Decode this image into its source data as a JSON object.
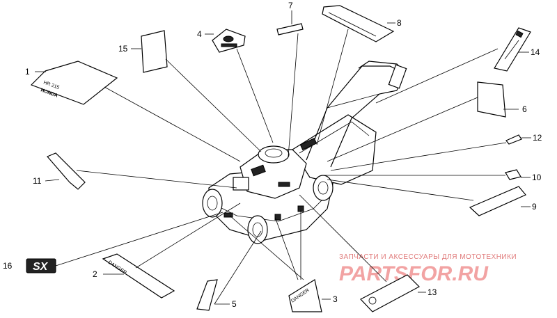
{
  "diagram": {
    "callouts": [
      {
        "id": "1",
        "label": "1"
      },
      {
        "id": "2",
        "label": "2"
      },
      {
        "id": "3",
        "label": "3"
      },
      {
        "id": "4",
        "label": "4"
      },
      {
        "id": "5",
        "label": "5"
      },
      {
        "id": "6",
        "label": "6"
      },
      {
        "id": "7",
        "label": "7"
      },
      {
        "id": "8",
        "label": "8"
      },
      {
        "id": "9",
        "label": "9"
      },
      {
        "id": "10",
        "label": "10"
      },
      {
        "id": "11",
        "label": "11"
      },
      {
        "id": "12",
        "label": "12"
      },
      {
        "id": "13",
        "label": "13"
      },
      {
        "id": "14",
        "label": "14"
      },
      {
        "id": "15",
        "label": "15"
      },
      {
        "id": "16",
        "label": "16"
      }
    ],
    "part_text": {
      "danger_2": "DANGER",
      "danger_3": "DANGER",
      "badge_16": "SX",
      "brand_1": "HONDA",
      "model_1": "HR 215"
    }
  },
  "watermark": {
    "subtitle": "ЗАПЧАСТИ И АКСЕССУАРЫ ДЛЯ МОТОТЕХНИКИ",
    "brand": "PARTSFOR.RU",
    "color": "#e07a7a"
  }
}
